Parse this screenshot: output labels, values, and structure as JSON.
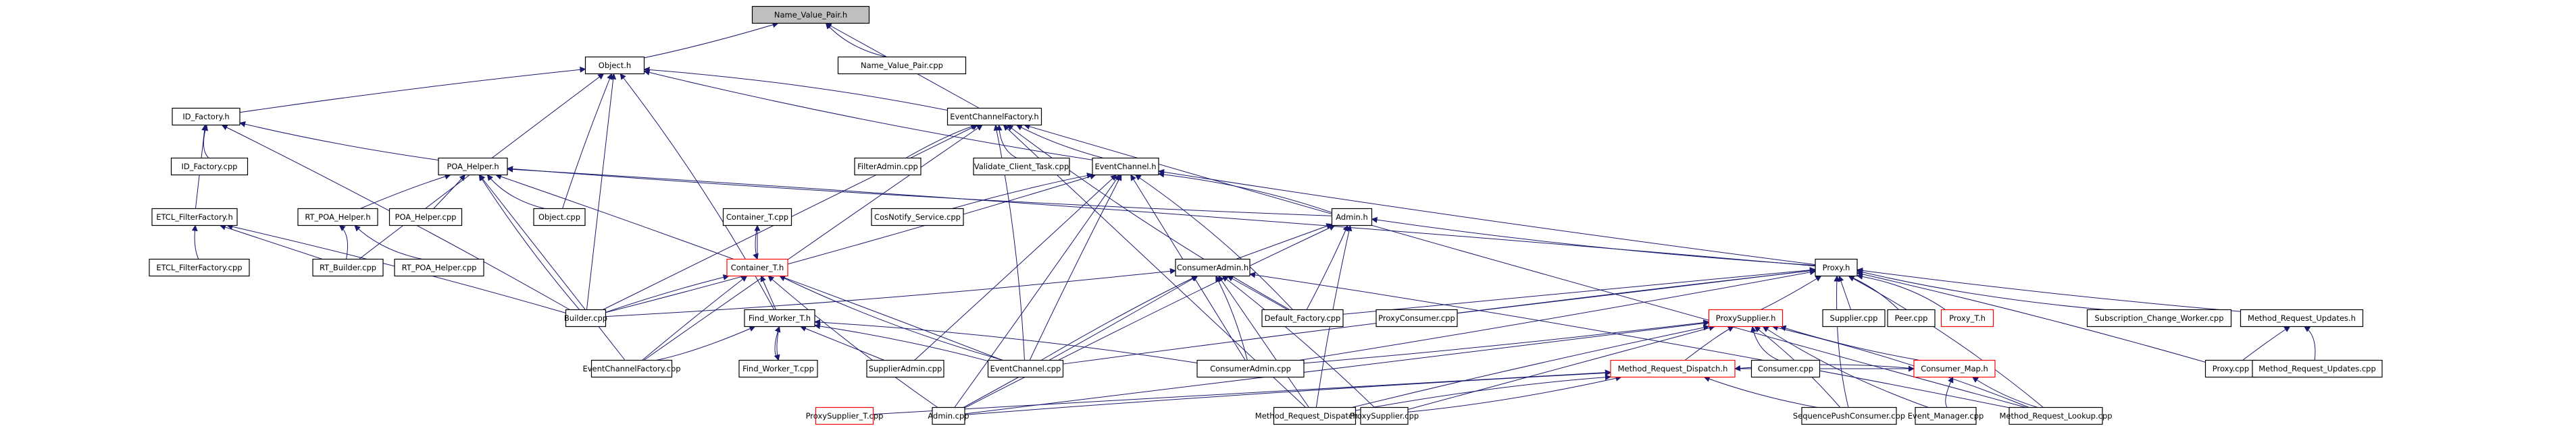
{
  "diagram": {
    "title": "Name_Value_Pair.h include dependency graph",
    "colors": {
      "edge": "#191970",
      "root_fill": "#bfbfbf",
      "normal_border": "#000000",
      "truncated_border": "#ff0000"
    },
    "nodes": [
      {
        "id": "nvp_h",
        "label": "Name_Value_Pair.h",
        "root": true
      },
      {
        "id": "nvp_cpp",
        "label": "Name_Value_Pair.cpp"
      },
      {
        "id": "object_h",
        "label": "Object.h"
      },
      {
        "id": "idf_h",
        "label": "ID_Factory.h"
      },
      {
        "id": "idf_cpp",
        "label": "ID_Factory.cpp"
      },
      {
        "id": "ecf_h",
        "label": "EventChannelFactory.h"
      },
      {
        "id": "filteradmin_cpp",
        "label": "FilterAdmin.cpp"
      },
      {
        "id": "vct_cpp",
        "label": "Validate_Client_Task.cpp"
      },
      {
        "id": "ec_h",
        "label": "EventChannel.h"
      },
      {
        "id": "poa_h",
        "label": "POA_Helper.h"
      },
      {
        "id": "etclf_h",
        "label": "ETCL_FilterFactory.h"
      },
      {
        "id": "rtpoa_h",
        "label": "RT_POA_Helper.h"
      },
      {
        "id": "poa_cpp",
        "label": "POA_Helper.cpp"
      },
      {
        "id": "object_cpp",
        "label": "Object.cpp"
      },
      {
        "id": "container_cpp",
        "label": "Container_T.cpp"
      },
      {
        "id": "cosnotify_cpp",
        "label": "CosNotify_Service.cpp"
      },
      {
        "id": "admin_h",
        "label": "Admin.h"
      },
      {
        "id": "etclf_cpp",
        "label": "ETCL_FilterFactory.cpp"
      },
      {
        "id": "rtbuilder_cpp",
        "label": "RT_Builder.cpp"
      },
      {
        "id": "rtpoa_cpp",
        "label": "RT_POA_Helper.cpp"
      },
      {
        "id": "container_h",
        "label": "Container_T.h",
        "truncated": true
      },
      {
        "id": "consumeradmin_h",
        "label": "ConsumerAdmin.h"
      },
      {
        "id": "proxy_h",
        "label": "Proxy.h"
      },
      {
        "id": "builder_cpp",
        "label": "Builder.cpp"
      },
      {
        "id": "findworker_h",
        "label": "Find_Worker_T.h"
      },
      {
        "id": "default_factory_cpp",
        "label": "Default_Factory.cpp"
      },
      {
        "id": "proxyconsumer_cpp",
        "label": "ProxyConsumer.cpp"
      },
      {
        "id": "proxysupplier_h",
        "label": "ProxySupplier.h",
        "truncated": true
      },
      {
        "id": "supplier_cpp",
        "label": "Supplier.cpp"
      },
      {
        "id": "peer_cpp",
        "label": "Peer.cpp"
      },
      {
        "id": "proxy_t_h",
        "label": "Proxy_T.h",
        "truncated": true
      },
      {
        "id": "scw_cpp",
        "label": "Subscription_Change_Worker.cpp"
      },
      {
        "id": "mru_h",
        "label": "Method_Request_Updates.h"
      },
      {
        "id": "ecf_cpp",
        "label": "EventChannelFactory.cpp"
      },
      {
        "id": "findworker_cpp",
        "label": "Find_Worker_T.cpp"
      },
      {
        "id": "supplieradmin_cpp",
        "label": "SupplierAdmin.cpp"
      },
      {
        "id": "ec_cpp",
        "label": "EventChannel.cpp"
      },
      {
        "id": "consumeradmin_cpp",
        "label": "ConsumerAdmin.cpp"
      },
      {
        "id": "mrd_h",
        "label": "Method_Request_Dispatch.h",
        "truncated": true
      },
      {
        "id": "consumer_cpp",
        "label": "Consumer.cpp"
      },
      {
        "id": "consumermap_h",
        "label": "Consumer_Map.h",
        "truncated": true
      },
      {
        "id": "proxy_cpp",
        "label": "Proxy.cpp"
      },
      {
        "id": "mru_cpp",
        "label": "Method_Request_Updates.cpp"
      },
      {
        "id": "proxysupplier_t_cpp",
        "label": "ProxySupplier_T.cpp",
        "truncated": true
      },
      {
        "id": "admin_cpp",
        "label": "Admin.cpp"
      },
      {
        "id": "mrd_cpp",
        "label": "Method_Request_Dispatch.cpp"
      },
      {
        "id": "proxysupplier_cpp",
        "label": "ProxySupplier.cpp"
      },
      {
        "id": "spc_cpp",
        "label": "SequencePushConsumer.cpp"
      },
      {
        "id": "eventmanager_cpp",
        "label": "Event_Manager.cpp"
      },
      {
        "id": "mrl_cpp",
        "label": "Method_Request_Lookup.cpp"
      }
    ],
    "edges": [
      [
        "nvp_cpp",
        "nvp_h"
      ],
      [
        "object_h",
        "nvp_h"
      ],
      [
        "ecf_h",
        "nvp_h"
      ],
      [
        "idf_h",
        "object_h"
      ],
      [
        "ecf_h",
        "object_h"
      ],
      [
        "ec_h",
        "object_h"
      ],
      [
        "object_cpp",
        "object_h"
      ],
      [
        "builder_cpp",
        "object_h"
      ],
      [
        "rtbuilder_cpp",
        "object_h"
      ],
      [
        "findworker_h",
        "object_h"
      ],
      [
        "idf_cpp",
        "idf_h"
      ],
      [
        "poa_h",
        "idf_h"
      ],
      [
        "etclf_h",
        "idf_h"
      ],
      [
        "builder_cpp",
        "idf_h"
      ],
      [
        "filteradmin_cpp",
        "ecf_h"
      ],
      [
        "vct_cpp",
        "ecf_h"
      ],
      [
        "ec_h",
        "ecf_h"
      ],
      [
        "builder_cpp",
        "ecf_h"
      ],
      [
        "ecf_cpp",
        "ecf_h"
      ],
      [
        "ec_cpp",
        "ecf_h"
      ],
      [
        "default_factory_cpp",
        "ecf_h"
      ],
      [
        "mrl_cpp",
        "ecf_h"
      ],
      [
        "mrd_cpp",
        "ecf_h"
      ],
      [
        "rtpoa_h",
        "poa_h"
      ],
      [
        "poa_cpp",
        "poa_h"
      ],
      [
        "object_cpp",
        "poa_h"
      ],
      [
        "builder_cpp",
        "poa_h"
      ],
      [
        "ecf_cpp",
        "poa_h"
      ],
      [
        "ec_cpp",
        "poa_h"
      ],
      [
        "proxy_h",
        "poa_h"
      ],
      [
        "admin_h",
        "poa_h"
      ],
      [
        "etclf_cpp",
        "etclf_h"
      ],
      [
        "rtbuilder_cpp",
        "etclf_h"
      ],
      [
        "builder_cpp",
        "etclf_h"
      ],
      [
        "rtbuilder_cpp",
        "rtpoa_h"
      ],
      [
        "rtpoa_cpp",
        "rtpoa_h"
      ],
      [
        "container_cpp",
        "container_h"
      ],
      [
        "container_h",
        "container_cpp"
      ],
      [
        "cosnotify_cpp",
        "ec_h"
      ],
      [
        "admin_h",
        "ec_h"
      ],
      [
        "builder_cpp",
        "ec_h"
      ],
      [
        "ec_cpp",
        "ec_h"
      ],
      [
        "consumeradmin_cpp",
        "ec_h"
      ],
      [
        "admin_cpp",
        "ec_h"
      ],
      [
        "default_factory_cpp",
        "ec_h"
      ],
      [
        "supplieradmin_cpp",
        "ec_h"
      ],
      [
        "proxy_h",
        "ec_h"
      ],
      [
        "consumeradmin_h",
        "admin_h"
      ],
      [
        "default_factory_cpp",
        "admin_h"
      ],
      [
        "admin_cpp",
        "admin_h"
      ],
      [
        "proxy_h",
        "admin_h"
      ],
      [
        "mrd_cpp",
        "admin_h"
      ],
      [
        "findworker_h",
        "container_h"
      ],
      [
        "builder_cpp",
        "container_h"
      ],
      [
        "ecf_cpp",
        "container_h"
      ],
      [
        "ec_cpp",
        "container_h"
      ],
      [
        "admin_cpp",
        "container_h"
      ],
      [
        "default_factory_cpp",
        "consumeradmin_h"
      ],
      [
        "consumeradmin_cpp",
        "consumeradmin_h"
      ],
      [
        "ec_cpp",
        "consumeradmin_h"
      ],
      [
        "builder_cpp",
        "consumeradmin_h"
      ],
      [
        "admin_cpp",
        "consumeradmin_h"
      ],
      [
        "mrd_cpp",
        "consumeradmin_h"
      ],
      [
        "proxysupplier_cpp",
        "consumeradmin_h"
      ],
      [
        "mrl_cpp",
        "consumeradmin_h"
      ],
      [
        "findworker_cpp",
        "findworker_h"
      ],
      [
        "findworker_h",
        "findworker_cpp"
      ],
      [
        "supplieradmin_cpp",
        "findworker_h"
      ],
      [
        "ec_cpp",
        "findworker_h"
      ],
      [
        "consumeradmin_cpp",
        "findworker_h"
      ],
      [
        "ecf_cpp",
        "findworker_h"
      ],
      [
        "proxysupplier_h",
        "proxy_h"
      ],
      [
        "supplier_cpp",
        "proxy_h"
      ],
      [
        "peer_cpp",
        "proxy_h"
      ],
      [
        "proxy_t_h",
        "proxy_h"
      ],
      [
        "scw_cpp",
        "proxy_h"
      ],
      [
        "mru_h",
        "proxy_h"
      ],
      [
        "proxyconsumer_cpp",
        "proxy_h"
      ],
      [
        "proxy_cpp",
        "proxy_h"
      ],
      [
        "mrl_cpp",
        "proxy_h"
      ],
      [
        "spc_cpp",
        "proxy_h"
      ],
      [
        "consumeradmin_cpp",
        "proxy_h"
      ],
      [
        "default_factory_cpp",
        "proxy_h"
      ],
      [
        "ec_cpp",
        "proxy_h"
      ],
      [
        "mrd_h",
        "proxysupplier_h"
      ],
      [
        "consumer_cpp",
        "proxysupplier_h"
      ],
      [
        "consumermap_h",
        "proxysupplier_h"
      ],
      [
        "proxysupplier_cpp",
        "proxysupplier_h"
      ],
      [
        "spc_cpp",
        "proxysupplier_h"
      ],
      [
        "mrl_cpp",
        "proxysupplier_h"
      ],
      [
        "eventmanager_cpp",
        "proxysupplier_h"
      ],
      [
        "consumeradmin_cpp",
        "proxysupplier_h"
      ],
      [
        "admin_cpp",
        "proxysupplier_h"
      ],
      [
        "mrd_cpp",
        "proxysupplier_h"
      ],
      [
        "mrd_cpp",
        "mrd_h"
      ],
      [
        "proxysupplier_cpp",
        "mrd_h"
      ],
      [
        "spc_cpp",
        "mrd_h"
      ],
      [
        "proxysupplier_t_cpp",
        "mrd_h"
      ],
      [
        "admin_cpp",
        "mrd_h"
      ],
      [
        "consumermap_h",
        "mrd_h"
      ],
      [
        "eventmanager_cpp",
        "consumermap_h"
      ],
      [
        "mrl_cpp",
        "consumermap_h"
      ],
      [
        "mrd_h",
        "consumermap_h"
      ],
      [
        "proxy_cpp",
        "mru_h"
      ],
      [
        "mru_cpp",
        "mru_h"
      ]
    ]
  }
}
